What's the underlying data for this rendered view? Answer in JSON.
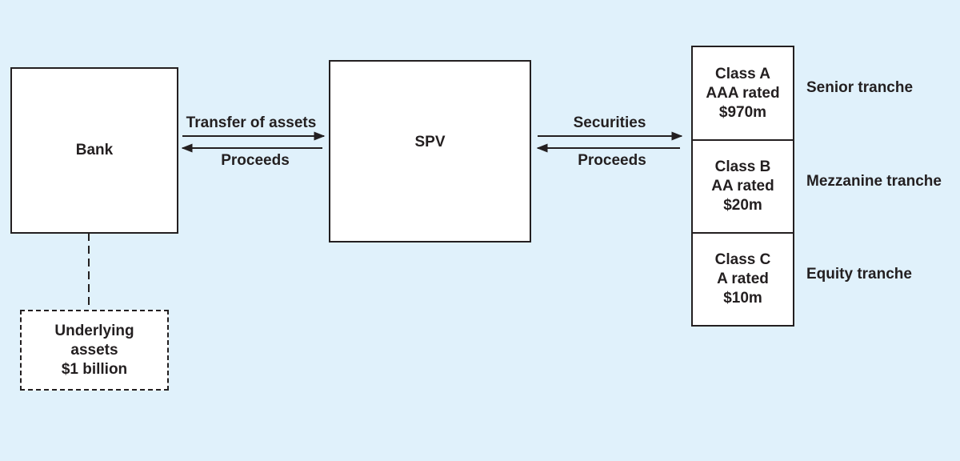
{
  "colors": {
    "background": "#e0f1fb",
    "box_fill": "#ffffff",
    "stroke": "#231f20"
  },
  "bank": {
    "label": "Bank"
  },
  "spv": {
    "label": "SPV"
  },
  "underlying": {
    "lines": [
      "Underlying",
      "assets",
      "$1 billion"
    ]
  },
  "flows": {
    "transfer_label": "Transfer of assets",
    "proceeds_left_label": "Proceeds",
    "securities_label": "Securities",
    "proceeds_right_label": "Proceeds"
  },
  "tranches": [
    {
      "lines": [
        "Class A",
        "AAA rated",
        "$970m"
      ],
      "name": "Senior tranche"
    },
    {
      "lines": [
        "Class B",
        "AA rated",
        "$20m"
      ],
      "name": "Mezzanine tranche"
    },
    {
      "lines": [
        "Class C",
        "A rated",
        "$10m"
      ],
      "name": "Equity tranche"
    }
  ]
}
